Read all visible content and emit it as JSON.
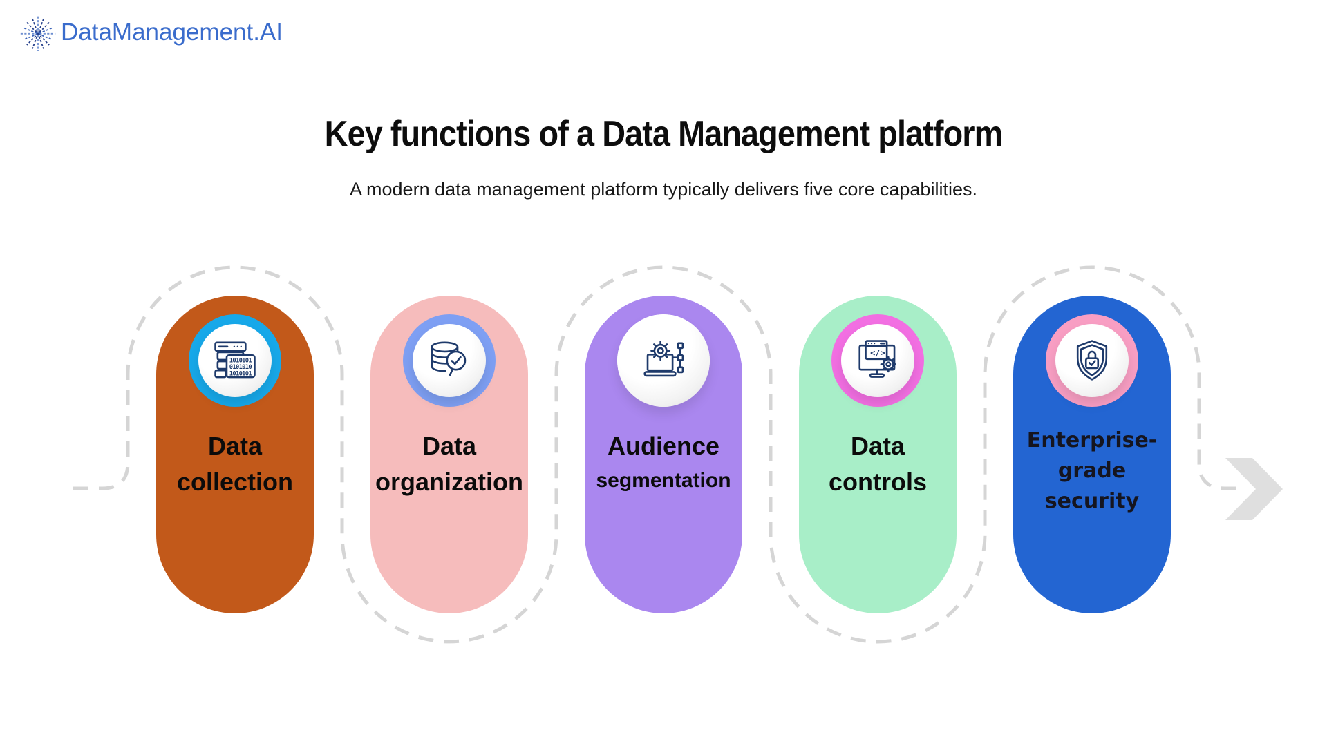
{
  "logo": {
    "text": "DataManagement.AI",
    "icon": "starburst-icon",
    "color": "#3A6CCC"
  },
  "header": {
    "title": "Key functions of a Data Management platform",
    "subtitle": "A modern data management platform typically delivers five core capabilities."
  },
  "cards": [
    {
      "id": "data-collection",
      "label_lines": [
        "Data",
        "collection"
      ],
      "color": "#C2591A",
      "ring": "#17A8E9",
      "icon": "server-binary-icon",
      "icon_rows": [
        "1010101",
        "0101010",
        "1010101"
      ]
    },
    {
      "id": "data-organization",
      "label_lines": [
        "Data",
        "organization"
      ],
      "color": "#F6BCBC",
      "ring": "#7E9FF3",
      "icon": "database-search-icon"
    },
    {
      "id": "audience-segmentation",
      "label_lines": [
        "Audience",
        "segmentation"
      ],
      "color": "#AA87EF",
      "ring": "#FFFFFF",
      "icon": "laptop-gear-nodes-icon"
    },
    {
      "id": "data-controls",
      "label_lines": [
        "Data",
        "controls"
      ],
      "color": "#A8EEC8",
      "ring": "#F26FE2",
      "icon": "code-monitor-gear-icon",
      "icon_code": "</>"
    },
    {
      "id": "enterprise-grade-security",
      "label_lines": [
        "Enterprise-",
        "grade",
        "security"
      ],
      "color": "#2365D2",
      "ring": "#F89EC3",
      "icon": "shield-lock-icon"
    }
  ],
  "flow": {
    "line_color": "#D5D5D5",
    "arrow_color": "#DFDFDF",
    "arrow": "chevron-right-arrow-icon"
  }
}
